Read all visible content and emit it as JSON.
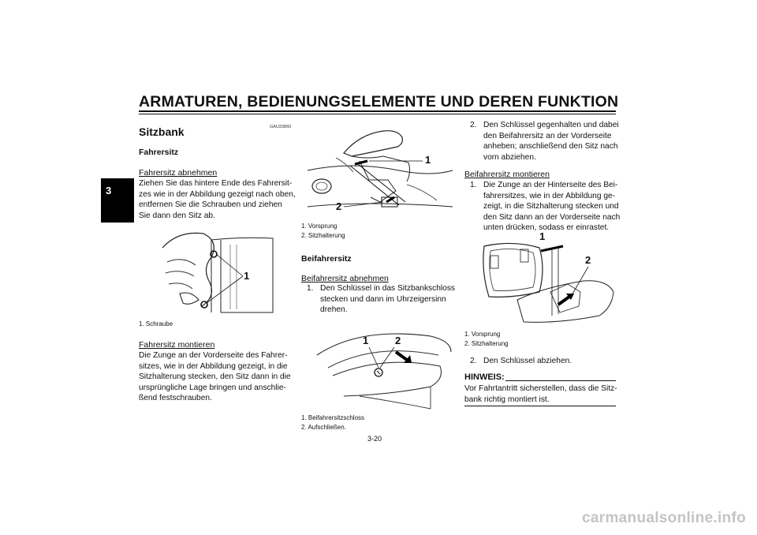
{
  "header": {
    "title": "ARMATUREN, BEDIENUNGSELEMENTE UND DEREN FUNKTION"
  },
  "chapter_tab": "3",
  "left_column": {
    "doc_code": "GAU33860",
    "section_title": "Sitzbank",
    "sub_title": "Fahrersitz",
    "remove_heading": "Fahrersitz abnehmen",
    "remove_text": [
      "Ziehen Sie das hintere Ende des Fahrersit-",
      "zes wie in der Abbildung gezeigt nach oben,",
      "entfernen Sie die Schrauben und ziehen",
      "Sie dann den Sitz ab."
    ],
    "fig1_callout": "1",
    "fig1_caption": "1. Schraube",
    "install_heading": "Fahrersitz montieren",
    "install_text": [
      "Die Zunge an der Vorderseite des Fahrer-",
      "sitzes, wie in der Abbildung gezeigt, in die",
      "Sitzhalterung stecken, den Sitz dann in die",
      "ursprüngliche Lage bringen und anschlie-",
      "ßend festschrauben."
    ]
  },
  "middle_column": {
    "fig2_callouts": [
      "1",
      "2"
    ],
    "fig2_captions": [
      "1. Vorsprung",
      "2. Sitzhalterung"
    ],
    "sub_title": "Beifahrersitz",
    "remove_heading": "Beifahrersitz abnehmen",
    "step1_number": "1.",
    "step1_text": [
      "Den Schlüssel in das Sitzbankschloss",
      "stecken und dann im Uhrzeigersinn",
      "drehen."
    ],
    "fig3_callouts": [
      "1",
      "2"
    ],
    "fig3_captions": [
      "1. Beifahrersitzschloss",
      "2. Aufschließen."
    ]
  },
  "right_column": {
    "step2_number": "2.",
    "step2_text": [
      "Den Schlüssel gegenhalten und dabei",
      "den Beifahrersitz an der Vorderseite",
      "anheben; anschließend den Sitz nach",
      "vorn abziehen."
    ],
    "install_heading": "Beifahrersitz montieren",
    "install_step1_number": "1.",
    "install_step1_text": [
      "Die Zunge an der Hinterseite des Bei-",
      "fahrersitzes, wie in der Abbildung ge-",
      "zeigt, in die Sitzhalterung stecken und",
      "den Sitz dann an der Vorderseite nach",
      "unten drücken, sodass er einrastet."
    ],
    "fig4_callouts": [
      "1",
      "2"
    ],
    "fig4_captions": [
      "1. Vorsprung",
      "2. Sitzhalterung"
    ],
    "install_step2_number": "2.",
    "install_step2_text": "Den Schlüssel abziehen.",
    "note_title": "HINWEIS:",
    "note_text": [
      "Vor Fahrtantritt sicherstellen, dass die Sitz-",
      "bank richtig montiert ist."
    ]
  },
  "page_number": "3-20",
  "watermark": "carmanualsonline.info"
}
